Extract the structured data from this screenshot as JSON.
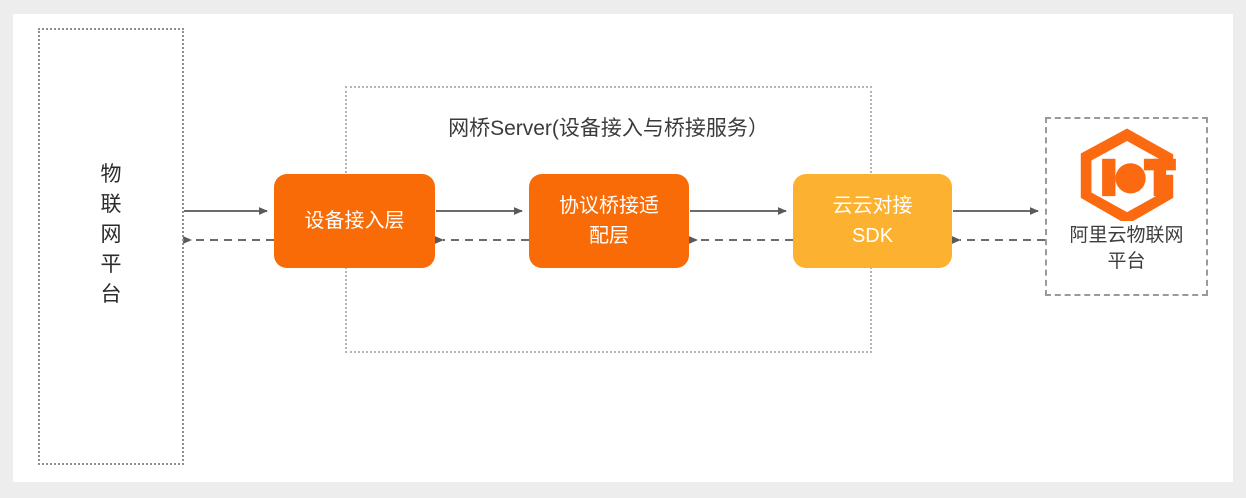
{
  "page": {
    "background_color": "#ededed",
    "canvas_color": "#ffffff"
  },
  "colors": {
    "orange_primary": "#F86B06",
    "amber_sdk": "#FCB130",
    "logo_orange": "#FB6A10",
    "connector_gray": "#6b6b6b",
    "dotted_border": "#8f8f8f",
    "dashed_border": "#9a9a9a"
  },
  "left_platform": {
    "label": "物\n联\n网\n平\n台",
    "border_style": "dotted"
  },
  "bridge_server": {
    "title": "网桥Server(设备接入与桥接服务）",
    "border_style": "dotted",
    "boxes": [
      {
        "id": "device-access",
        "label": "设备接入层",
        "color": "#F86B06"
      },
      {
        "id": "protocol-adapter",
        "label": "协议桥接适\n配层",
        "color": "#F86B06"
      },
      {
        "id": "cloud-sdk",
        "label": "云云对接\nSDK",
        "color": "#FCB130"
      }
    ]
  },
  "right_platform": {
    "logo_name": "aliyun-iot-logo",
    "logo_text": "IoT",
    "label": "阿里云物联网\n平台",
    "border_style": "dashed"
  },
  "connectors": {
    "forward_style": "solid",
    "reverse_style": "dashed",
    "direction_forward": "right",
    "direction_reverse": "left",
    "segments": [
      {
        "from": "left-platform",
        "to": "device-access"
      },
      {
        "from": "device-access",
        "to": "protocol-adapter"
      },
      {
        "from": "protocol-adapter",
        "to": "cloud-sdk"
      },
      {
        "from": "cloud-sdk",
        "to": "right-platform"
      }
    ]
  }
}
